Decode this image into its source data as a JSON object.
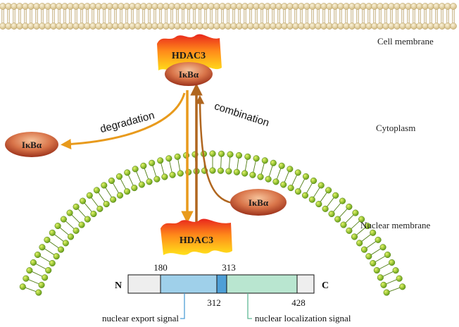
{
  "compartments": {
    "cell_membrane": "Cell membrane",
    "cytoplasm": "Cytoplasm",
    "nuclear_membrane": "Nuclear membrane"
  },
  "proteins": {
    "hdac3_top": "HDAC3",
    "ikba_top": "IκBα",
    "ikba_left": "IκBα",
    "ikba_right": "IκBα",
    "hdac3_nucleus": "HDAC3"
  },
  "processes": {
    "degradation": "degradation",
    "combination": "combination"
  },
  "domain_map": {
    "n_terminus": "N",
    "c_terminus": "C",
    "pos_180": "180",
    "pos_313": "313",
    "pos_312": "312",
    "pos_428": "428",
    "nes_label": "nuclear export signal",
    "nls_label": "nuclear localization signal"
  },
  "colors": {
    "membrane_head_top": "#e8d9a8",
    "membrane_head_nuclear": "#8fc21f",
    "hdac3_red": "#e8261d",
    "hdac3_yellow": "#ffe21a",
    "ikba_dark": "#a83a1f",
    "ikba_light": "#f2b48a",
    "arrow_orange": "#e89a1c",
    "arrow_brown": "#b0661f",
    "nes_blue": "#9fd0ea",
    "nls_green": "#b9e6d0"
  }
}
